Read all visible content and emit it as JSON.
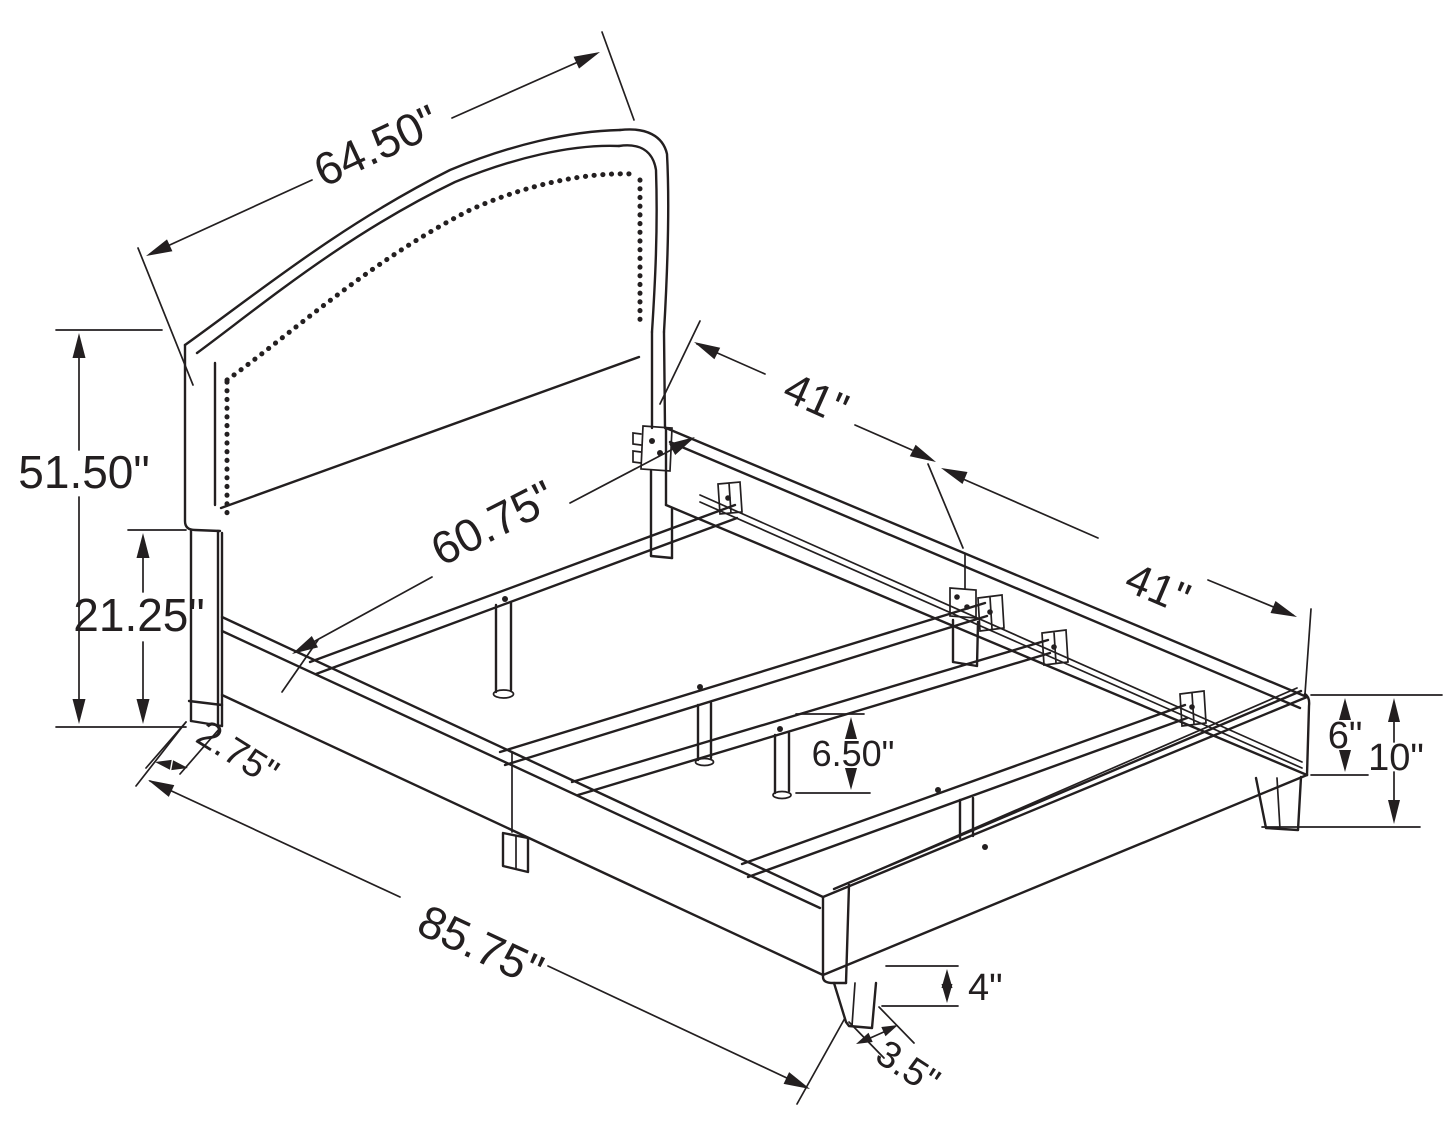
{
  "diagram": {
    "ink_color": "#231f20",
    "background_color": "#ffffff",
    "unit_mark": "\"",
    "dims": {
      "headboard_width": "64.50\"",
      "headboard_height": "51.50\"",
      "headboard_leg_height": "21.25\"",
      "headboard_leg_depth": "2.75\"",
      "overall_length": "85.75\"",
      "slat_length": "60.75\"",
      "rail_half_head": "41\"",
      "rail_half_foot": "41\"",
      "center_leg_height": "6.50\"",
      "side_rail_height": "6\"",
      "frame_height": "10\"",
      "foot_leg_height": "4\"",
      "foot_leg_width": "3.5\""
    }
  }
}
